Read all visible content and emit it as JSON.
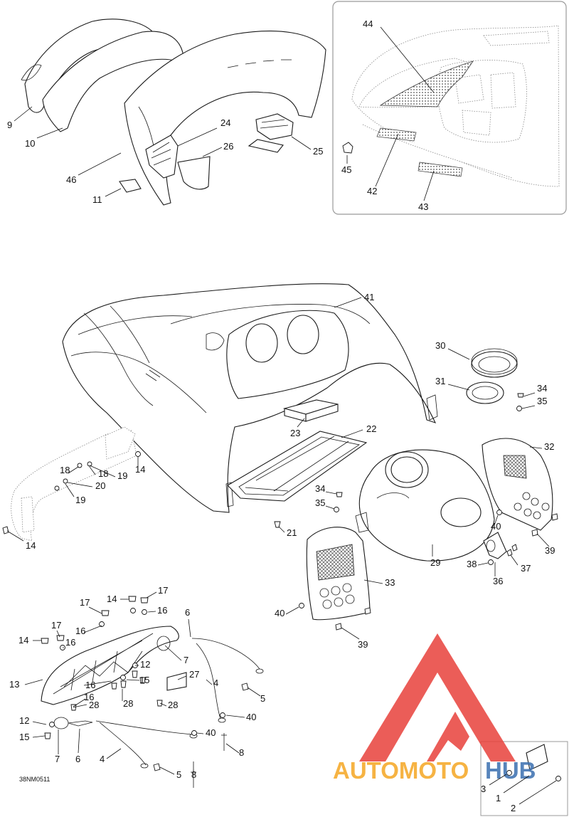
{
  "diagram": {
    "drawing_code": "38NM0511",
    "watermark": {
      "word_part1": "AUTOMOTO",
      "word_part2": "HUB",
      "color_part1": "#f5a623",
      "color_part2": "#3a6fb0",
      "logo_color": "#e8413c"
    },
    "colors": {
      "line": "#111111",
      "hatch": "#555555",
      "detail_frame": "#999999"
    }
  },
  "callouts": [
    {
      "id": "c9",
      "text": "9"
    },
    {
      "id": "c10",
      "text": "10"
    },
    {
      "id": "c46",
      "text": "46"
    },
    {
      "id": "c11",
      "text": "11"
    },
    {
      "id": "c24",
      "text": "24"
    },
    {
      "id": "c26",
      "text": "26"
    },
    {
      "id": "c25",
      "text": "25"
    },
    {
      "id": "c44",
      "text": "44"
    },
    {
      "id": "c45",
      "text": "45"
    },
    {
      "id": "c42",
      "text": "42"
    },
    {
      "id": "c43",
      "text": "43"
    },
    {
      "id": "c41",
      "text": "41"
    },
    {
      "id": "c30",
      "text": "30"
    },
    {
      "id": "c31",
      "text": "31"
    },
    {
      "id": "c34a",
      "text": "34"
    },
    {
      "id": "c35a",
      "text": "35"
    },
    {
      "id": "c23",
      "text": "23"
    },
    {
      "id": "c22",
      "text": "22"
    },
    {
      "id": "c32",
      "text": "32"
    },
    {
      "id": "c18a",
      "text": "18"
    },
    {
      "id": "c18b",
      "text": "18"
    },
    {
      "id": "c19a",
      "text": "19"
    },
    {
      "id": "c14a",
      "text": "14"
    },
    {
      "id": "c20",
      "text": "20"
    },
    {
      "id": "c19b",
      "text": "19"
    },
    {
      "id": "c14b",
      "text": "14"
    },
    {
      "id": "c34b",
      "text": "34"
    },
    {
      "id": "c35b",
      "text": "35"
    },
    {
      "id": "c21",
      "text": "21"
    },
    {
      "id": "c40a",
      "text": "40"
    },
    {
      "id": "c39a",
      "text": "39"
    },
    {
      "id": "c29",
      "text": "29"
    },
    {
      "id": "c38",
      "text": "38"
    },
    {
      "id": "c37",
      "text": "37"
    },
    {
      "id": "c36",
      "text": "36"
    },
    {
      "id": "c33",
      "text": "33"
    },
    {
      "id": "c40b",
      "text": "40"
    },
    {
      "id": "c39b",
      "text": "39"
    },
    {
      "id": "c14c",
      "text": "14"
    },
    {
      "id": "c17a",
      "text": "17"
    },
    {
      "id": "c17b",
      "text": "17"
    },
    {
      "id": "c16a",
      "text": "16"
    },
    {
      "id": "c6a",
      "text": "6"
    },
    {
      "id": "c17c",
      "text": "17"
    },
    {
      "id": "c16b",
      "text": "16"
    },
    {
      "id": "c14d",
      "text": "14"
    },
    {
      "id": "c16c",
      "text": "16"
    },
    {
      "id": "c7a",
      "text": "7"
    },
    {
      "id": "c12a",
      "text": "12"
    },
    {
      "id": "c16d",
      "text": "16"
    },
    {
      "id": "c27",
      "text": "27"
    },
    {
      "id": "c13",
      "text": "13"
    },
    {
      "id": "c15a",
      "text": "15"
    },
    {
      "id": "c4a",
      "text": "4"
    },
    {
      "id": "c16e",
      "text": "16"
    },
    {
      "id": "c28a",
      "text": "28"
    },
    {
      "id": "c28b",
      "text": "28"
    },
    {
      "id": "c5a",
      "text": "5"
    },
    {
      "id": "c28c",
      "text": "28"
    },
    {
      "id": "c40c",
      "text": "40"
    },
    {
      "id": "c12b",
      "text": "12"
    },
    {
      "id": "c15b",
      "text": "15"
    },
    {
      "id": "c40d",
      "text": "40"
    },
    {
      "id": "c8a",
      "text": "8"
    },
    {
      "id": "c7b",
      "text": "7"
    },
    {
      "id": "c6b",
      "text": "6"
    },
    {
      "id": "c4b",
      "text": "4"
    },
    {
      "id": "c5b",
      "text": "5"
    },
    {
      "id": "c8b",
      "text": "8"
    },
    {
      "id": "c3",
      "text": "3"
    },
    {
      "id": "c1",
      "text": "1"
    },
    {
      "id": "c2",
      "text": "2"
    }
  ]
}
